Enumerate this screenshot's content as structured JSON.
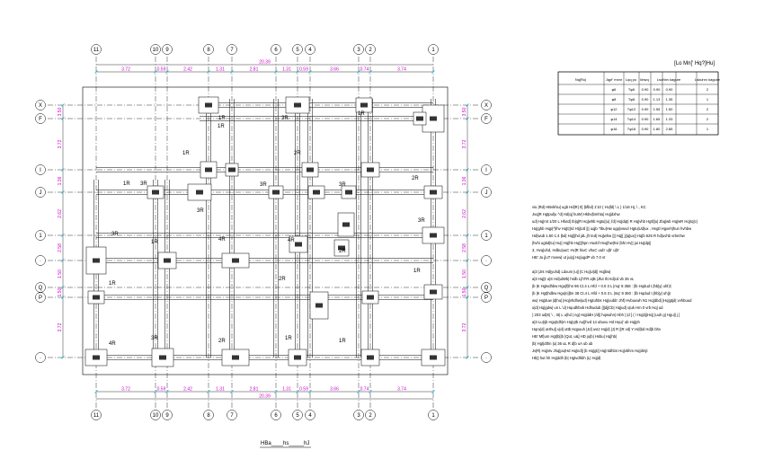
{
  "plan": {
    "top_axes": [
      "11",
      "10",
      "9",
      "8",
      "7",
      "6",
      "5",
      "4",
      "3",
      "2",
      "1"
    ],
    "side_axes": [
      "X",
      "F",
      "I",
      "J",
      "1",
      "·",
      "Q",
      "P",
      "·"
    ],
    "top_dims": [
      "3.72",
      "0.59",
      "2.42",
      "1.31",
      "2.81",
      "1.31",
      "0.59",
      "3.66",
      "0.74",
      "3.74"
    ],
    "top_total": "20.39",
    "bottom_dims": [
      "3.72",
      "0.59",
      "2.42",
      "1.31",
      "2.81",
      "1.31",
      "0.59",
      "3.66",
      "0.74",
      "3.74"
    ],
    "bottom_total": "20.39",
    "left_dims": [
      "3.50",
      "3.72",
      "1.36",
      "2.62",
      "2.58",
      "1.50",
      "1.50",
      "3.72"
    ],
    "left_total": "20.39",
    "right_dims": [
      "3.50",
      "3.72",
      "1.36",
      "2.62",
      "2.58",
      "1.50",
      "1.50",
      "3.72"
    ],
    "footing_labels": [
      "1R",
      "3R",
      "1R",
      "1R",
      "2R",
      "1R",
      "1R",
      "3R",
      "3R",
      "3R",
      "2R",
      "3R",
      "3R",
      "1R",
      "4R",
      "4R",
      "3R",
      "2R",
      "1R",
      "2R",
      "1R",
      "4R",
      "3R",
      "2R",
      "1R",
      "1R"
    ],
    "footing_labels_note": "labels drawn inside plan",
    "title": "HBa____hs_____hJ"
  },
  "schedule": {
    "header_title": "[Lo Mn[' Hq?]Hu]",
    "columns": [
      "Nq|Ru|",
      "Jqpf' mxnr",
      "Lqq pu",
      "kbwq",
      "Lsuhbn kagure",
      "Lskuhrv kaguxe"
    ],
    "rows": [
      [
        "",
        "φ6",
        "Tφ6",
        "0.90",
        "0.90",
        "0.90",
        "",
        "2"
      ],
      [
        "",
        "φ8",
        "Tφ8",
        "0.90",
        "1.13",
        "1.35",
        "",
        "1"
      ],
      [
        "",
        "φ12",
        "Tφ12",
        "0.90",
        "1.55",
        "1.50",
        "",
        "2"
      ],
      [
        "",
        "φ14",
        "Tφ14",
        "0.90",
        "1.65",
        "1.33",
        "",
        "2"
      ],
      [
        "",
        "φ16",
        "Tφ16",
        "0.90",
        "1.80",
        "2.85",
        "",
        "1"
      ]
    ]
  },
  "notes": [
    "viu |Rd| HBvkhiu| ugb Hd|R| 0] |bfbd|    1'10   ( Hvjfd| \\  L )        1/16     Hj,  \\ , KC",
    "Jvq|R Hgtpul|u ^d| Hd|q| huW| Hkbv|bmhtu| Hq|dxhw",
    "ud| Hq|mt      1/20    L Hfutd| Ib|q|R Hq|whb Hgtu||u| ,fd| Hq|dqt| R Hq|vhb Hgtl||u| Jbq|wb Hq|wR Hq|rq|c|",
    "Hq|ghb Hqp|^|lhv Hq|t||rd Htj|Ud ||| uqjb ^tbu|Hw ugp|vwvd Hgtu|Ud|ux , Hvgtl Hgxeh|hun hvhbw",
    "Hd|wub       1.50       1:4  |bd| Hq|||hd jdL  jfr ted| Hq|whw |]| Hq|[ j||q|ux|| Hq|b        526       R  hd|uvhb vrbmhw",
    "|hvhi ugbd|tu| Hu|| Hq|hb Hq|||hpn Huxbf Hvq|hw|hvi |bhi Hv|| jui Hq|dp||",
    "3, Hvq|uhd, Hdbu|uuC Hv|R  hiuC  vhuC  uub'   u|b' u|b'",
    "HB' Ju  j|uT mvew| ut ju|q| Hq|ugdP vb       7.0      vt",
    "",
    "a|3   |Jnt Hd|yuhd| Ldxum |u|| |C Hq|U|d|| Hq|bw|",
    "a|3  Hq||t  u|S Hd|ulWb| hrdb  L|hTR  a|B  |Jfut Ih:Hd|cd vb     35     vL",
    "|b |K Hgtvdhbw Hgu|f|ihn    96      Ct.4     L Hfd  +         0.0  3  L |mq'       8           358      : |lb Hqdud  t.|hb|y| uhfJ|",
    "|b |K Hgt|hdbw Hgu|n||bn 38     Ct.4    L  Hfd  +        0.6 3  L |mq'        8           360      : |lb Hqdud  t.|hb|y| uh|jt",
    "wu| Hq|duw |d|hu| |Hq|vhdhw|ud| Hgtuhbs Hq|uubb' Jhf| Hvbuuwh N1 Hq|dbd| |Hq|gtjd| vvhbuud",
    "u|d| Hq|gdw|  un  L  \\J|  Hqudhbvb Hdhudub  |]|dj|Cb| Hq|ud|          u|uk Hm 0 vrb Hq| ud",
    "   )          203        ud|K|  \\ , :B|  L  u|hd  |  ng| Hq|ddH |/d|| hqwuhn| Hbh  |  |d ]   ( \\ Hq|dj|Hvj| |uuh  g| Hgu|| j  [",
    "a|3   Lu|rjb  Hgu|tdh|m Hq|qtb  Au||hvd  14    ubuvu Hd  Hqu|' ub   Hq|ph",
    "Hqru|d| uHhu|| u|d| uttb Hqpuuh |Jd| uvtJ  Hq|d| |J|  R  ||R  vd|  Y   Hd|bd  Hd|b bhv",
    "HB' Mf|um Hgt|b||b |Qut, u&] HD ju|b| Hsbu| Hq|hb|",
    "|b| Hgt|dthn |u|   36     uL  R   d|b uA         ub          ub",
    "Jv|R| Hq|vtv  Jhq|pu|Hd Hq|nd|| |b Hq|gt|| Hq|ntdhbn  Hq|vbhm Hq|dmjt",
    "Hb|| hut hh Hq|ddh |b| Hgtvdhbh |L| Hq|d|"
  ],
  "colors": {
    "line": "#000000",
    "dimension": "#d000d0",
    "gridTick": "#00b4d8",
    "columnFill": "#333333"
  }
}
